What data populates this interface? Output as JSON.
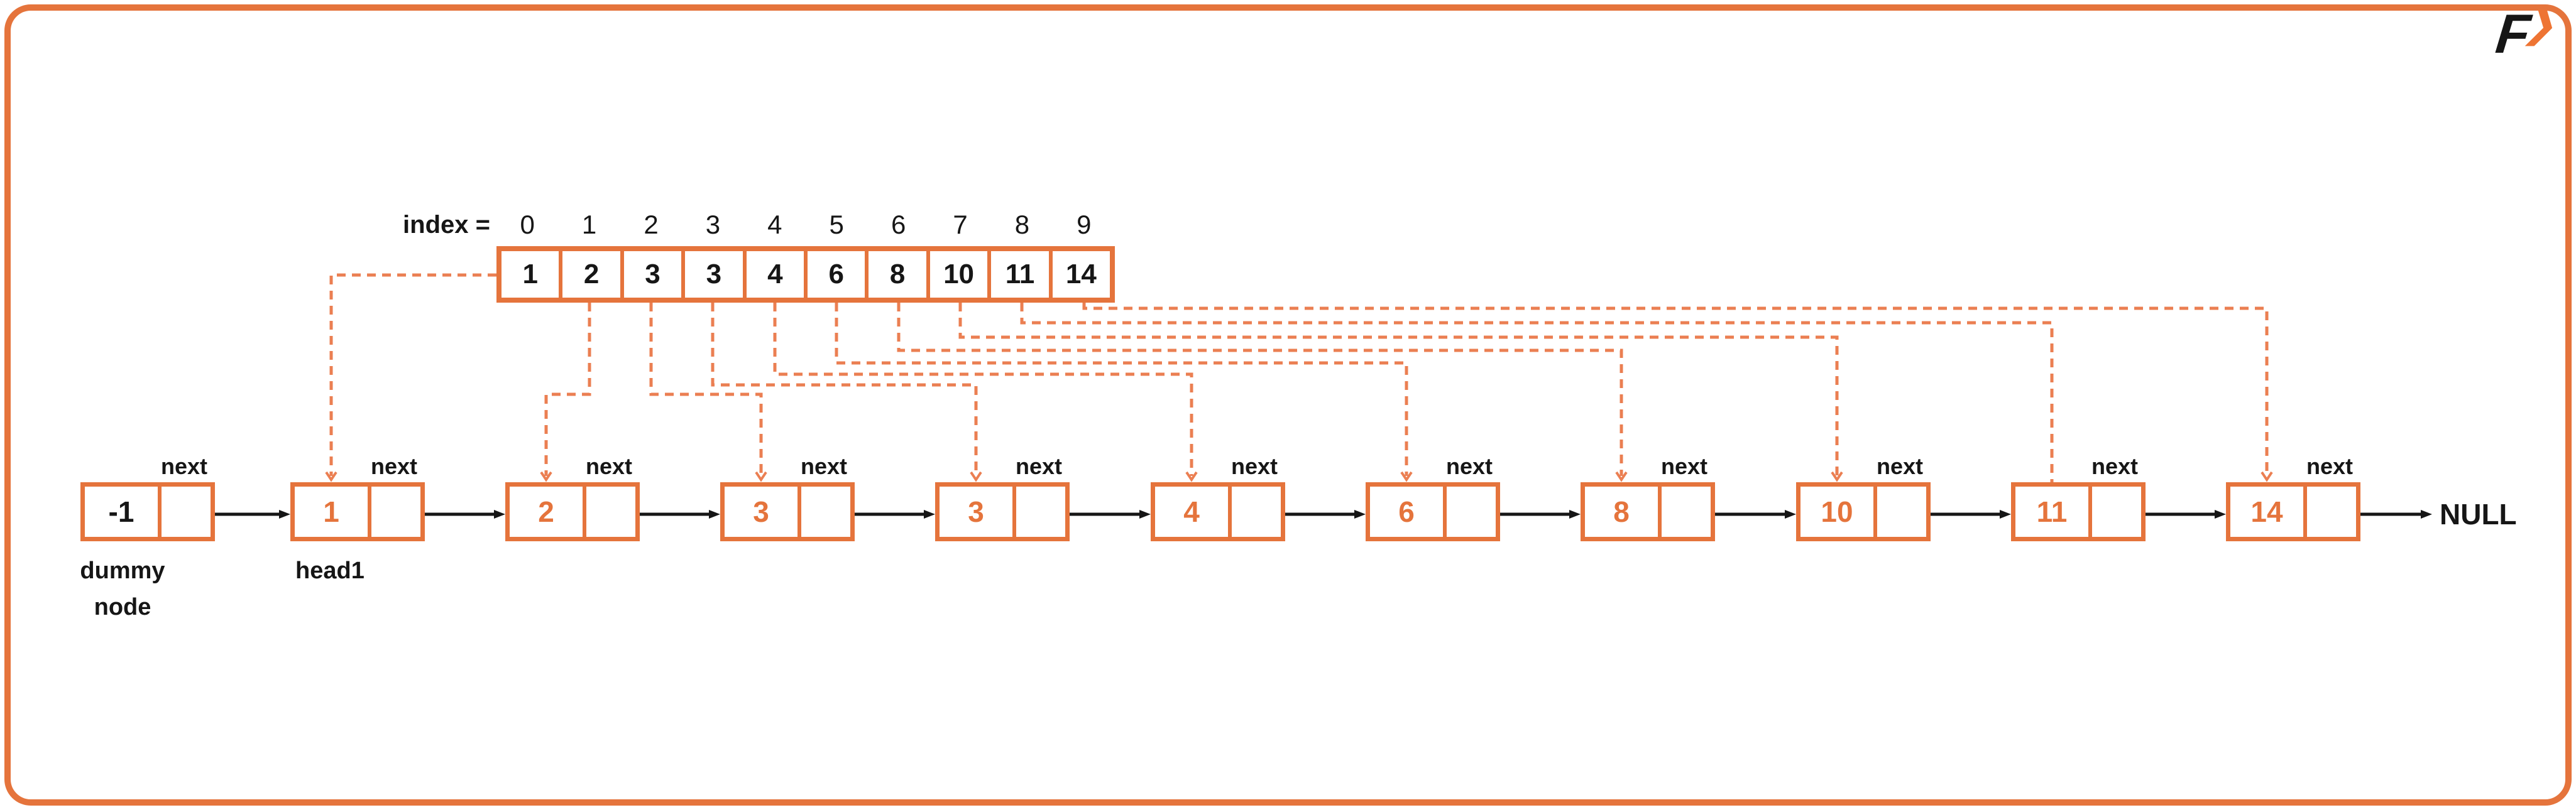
{
  "colors": {
    "accent": "#E5743C",
    "dashed": "#EB7F52",
    "ink": "#161616",
    "logo_orange": "#EE7433"
  },
  "logo": {
    "letter": "F",
    "chevron": "❯"
  },
  "array": {
    "index_label": "index =",
    "indices": [
      "0",
      "1",
      "2",
      "3",
      "4",
      "5",
      "6",
      "7",
      "8",
      "9"
    ],
    "values": [
      "1",
      "2",
      "3",
      "3",
      "4",
      "6",
      "8",
      "10",
      "11",
      "14"
    ]
  },
  "list": {
    "next_label": "next",
    "null_label": "NULL",
    "head_label": "head1",
    "dummy": {
      "value": "-1",
      "label_line1": "dummy",
      "label_line2": "node"
    },
    "nodes": [
      "1",
      "2",
      "3",
      "3",
      "4",
      "6",
      "8",
      "10",
      "11",
      "14"
    ]
  }
}
